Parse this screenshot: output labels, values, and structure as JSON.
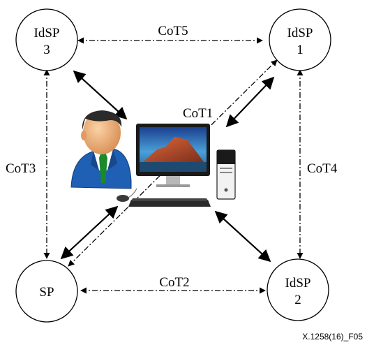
{
  "nodes": {
    "idsp3": {
      "line1": "IdSP",
      "line2": "3"
    },
    "idsp1": {
      "line1": "IdSP",
      "line2": "1"
    },
    "idsp2": {
      "line1": "IdSP",
      "line2": "2"
    },
    "sp": {
      "label": "SP"
    }
  },
  "edges": {
    "cot1": "CoT1",
    "cot2": "CoT2",
    "cot3": "CoT3",
    "cot4": "CoT4",
    "cot5": "CoT5"
  },
  "figure_id": "X.1258(16)_F05",
  "colors": {
    "line": "#000000",
    "skin": "#f2b27a",
    "suit": "#1f5fb4",
    "tie": "#1a8a2a",
    "hair": "#2b2b2b"
  }
}
